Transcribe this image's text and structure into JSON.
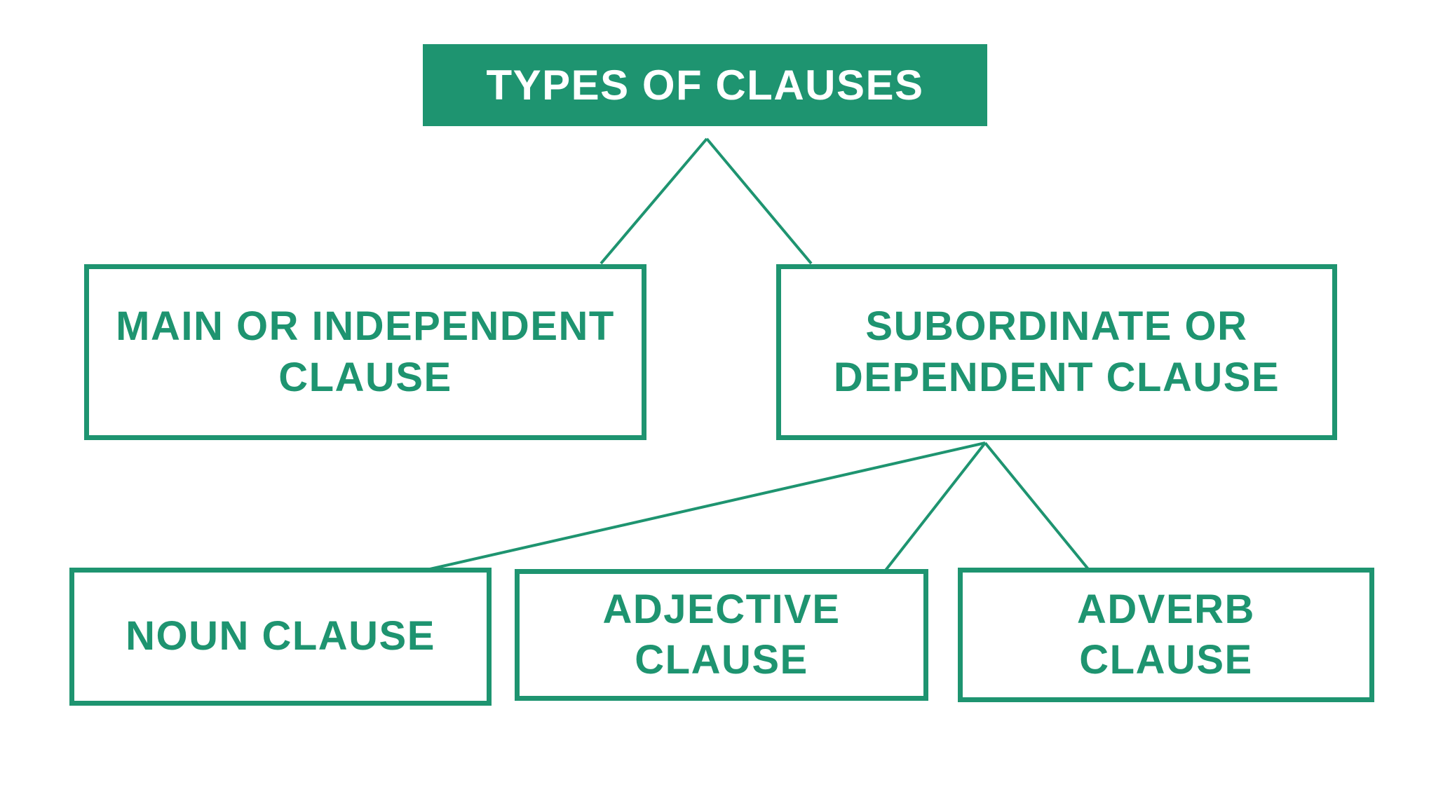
{
  "diagram": {
    "title": "Types of clauses diagram",
    "root_node": {
      "label": "TYPES OF CLAUSES"
    },
    "level2_nodes": [
      {
        "id": "main-or-independent-clause",
        "label": "MAIN OR INDEPENDENT\nCLAUSE"
      },
      {
        "id": "subordinate-or-dependent-clause",
        "label": "SUBORDINATE OR\nDEPENDENT CLAUSE"
      }
    ],
    "level3_nodes": [
      {
        "id": "noun-clause",
        "label": "NOUN CLAUSE",
        "parent": "subordinate-or-dependent-clause"
      },
      {
        "id": "adjective-clause",
        "label": "ADJECTIVE\nCLAUSE",
        "parent": "subordinate-or-dependent-clause"
      },
      {
        "id": "adverb-clause",
        "label": "ADVERB\nCLAUSE",
        "parent": "subordinate-or-dependent-clause"
      }
    ],
    "colors": {
      "accent": "#1e9470",
      "title_text": "#ffffff",
      "background": "#ffffff"
    }
  }
}
